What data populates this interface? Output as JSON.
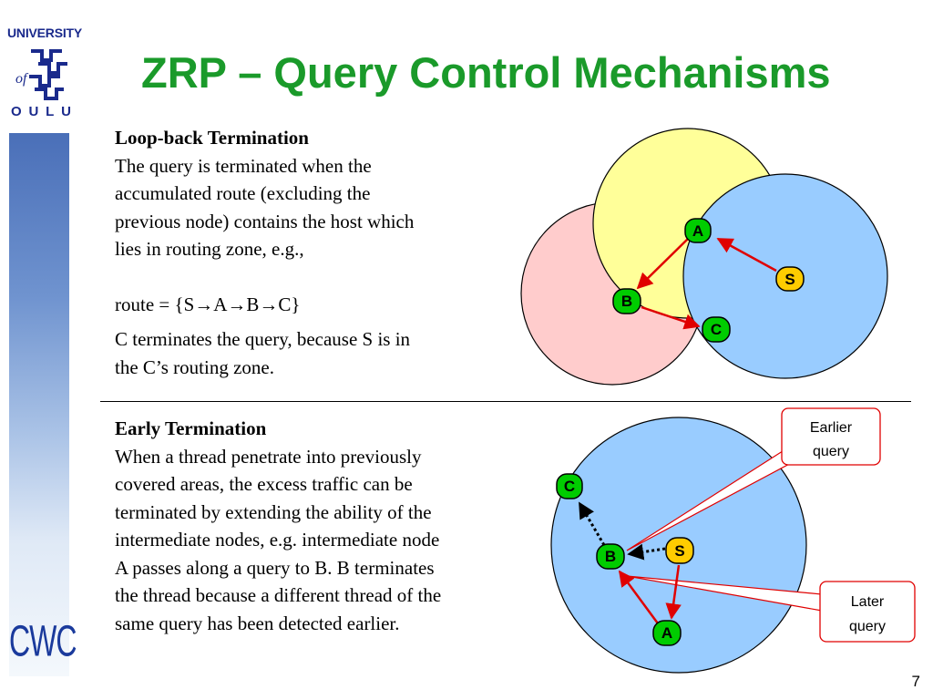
{
  "title": "ZRP – Query Control Mechanisms",
  "logo": {
    "university": "UNIVERSITY",
    "of": "of",
    "oulu": [
      "O",
      "U",
      "L",
      "U"
    ]
  },
  "sidebar_logo": "CWC",
  "loop_back": {
    "heading": "Loop-back Termination",
    "lines": [
      "The query is terminated when the",
      "accumulated route (excluding the",
      "previous node) contains the  host which",
      "lies in routing zone, e.g.,"
    ],
    "route": "route = {S→A→B→C}",
    "conclusion": [
      "C terminates the query, because S is in",
      "the C’s routing zone."
    ]
  },
  "early": {
    "heading": "Early Termination",
    "lines": [
      "When a thread penetrate into previously",
      "covered areas, the excess traffic can be",
      "terminated by extending the ability of  the",
      "intermediate nodes, e.g. intermediate node",
      "A passes along a query to B. B terminates",
      "the thread because a different thread of the",
      "same query has been detected earlier."
    ]
  },
  "diagram_top": {
    "nodes": {
      "A": "A",
      "S": "S",
      "B": "B",
      "C": "C"
    }
  },
  "diagram_bottom": {
    "nodes": {
      "C": "C",
      "B": "B",
      "S": "S",
      "A": "A"
    },
    "callout_earlier": [
      "Earlier",
      "query"
    ],
    "callout_later": [
      "Later",
      "query"
    ]
  },
  "colors": {
    "title_green": "#1a9a2a",
    "zone_yellow": "#ffff99",
    "zone_pink": "#ffcccc",
    "zone_blue": "#99ccff",
    "node_green": "#00cc00",
    "node_orange": "#ffcc00",
    "arrow_red": "#e00000"
  },
  "slide_number": "7"
}
